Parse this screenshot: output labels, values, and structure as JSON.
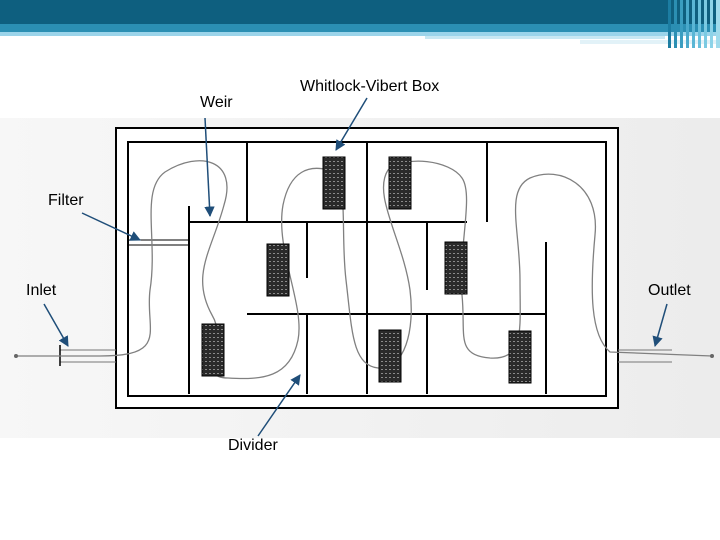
{
  "colors": {
    "header_dark": "#0e5f7f",
    "header_mid": "#2b8fb3",
    "header_light": "#6ec6e3",
    "box_stroke": "#000000",
    "flow_line": "#808080",
    "arrow": "#1f4e79",
    "filter_cartridge": "#2a2a2a"
  },
  "labels": {
    "weir": "Weir",
    "whitlock_vibert_box": "Whitlock-Vibert Box",
    "filter": "Filter",
    "inlet": "Inlet",
    "outlet": "Outlet",
    "divider": "Divider"
  }
}
